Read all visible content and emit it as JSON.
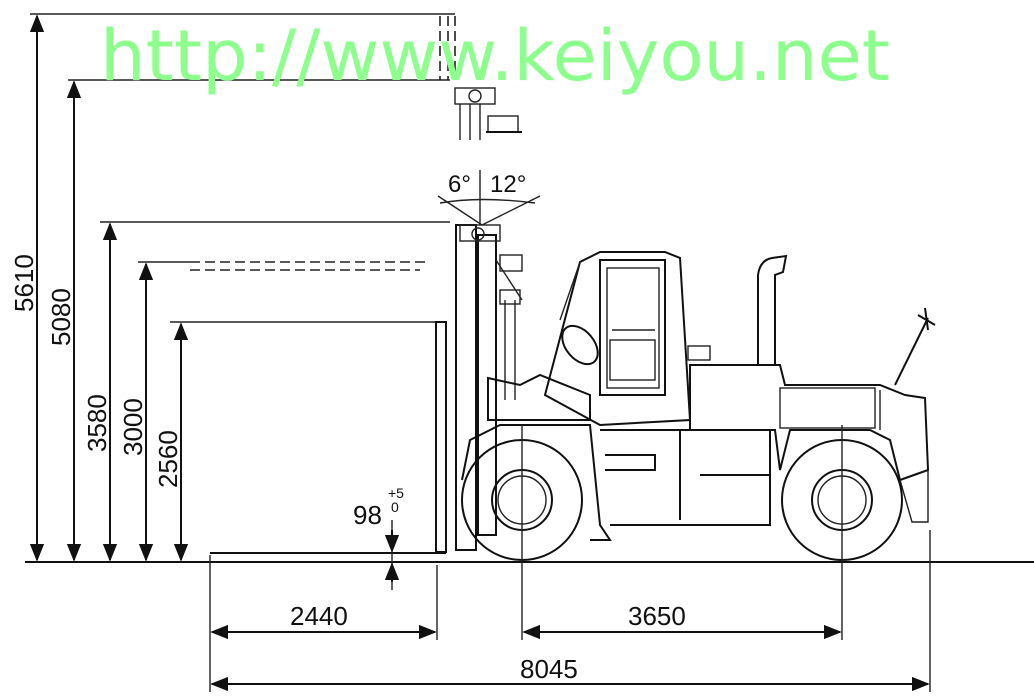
{
  "watermark": "http://www.keiyou.net",
  "angles": {
    "forward": "6°",
    "backward": "12°"
  },
  "heights": {
    "h5610": "5610",
    "h5080": "5080",
    "h3580": "3580",
    "h3000": "3000",
    "h2560": "2560"
  },
  "fork_thickness": {
    "value": "98",
    "plus": "+5",
    "minus": "0"
  },
  "lengths": {
    "front_to_fork": "2440",
    "wheelbase": "3650",
    "overall": "8045"
  }
}
